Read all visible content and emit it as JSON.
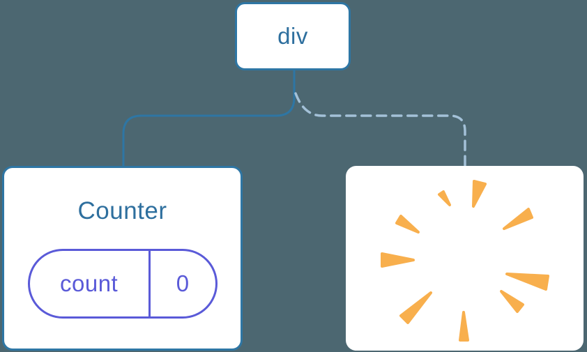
{
  "canvas": {
    "background_color": "#4C6771"
  },
  "colors": {
    "card_background": "#FFFFFF",
    "tree_blue": "#2E76A4",
    "label_blue": "#2E6F9E",
    "dashed_connector_blue": "#A3C1D8",
    "state_purple": "#5A5AD8",
    "poof_orange": "#F8AF4D"
  },
  "tree": {
    "root": {
      "label": "div"
    },
    "counter_card": {
      "title": "Counter",
      "state_key": "count",
      "state_value": "0",
      "connector": "solid"
    },
    "removed_card": {
      "icon": "poof-icon",
      "connector": "dashed"
    }
  }
}
